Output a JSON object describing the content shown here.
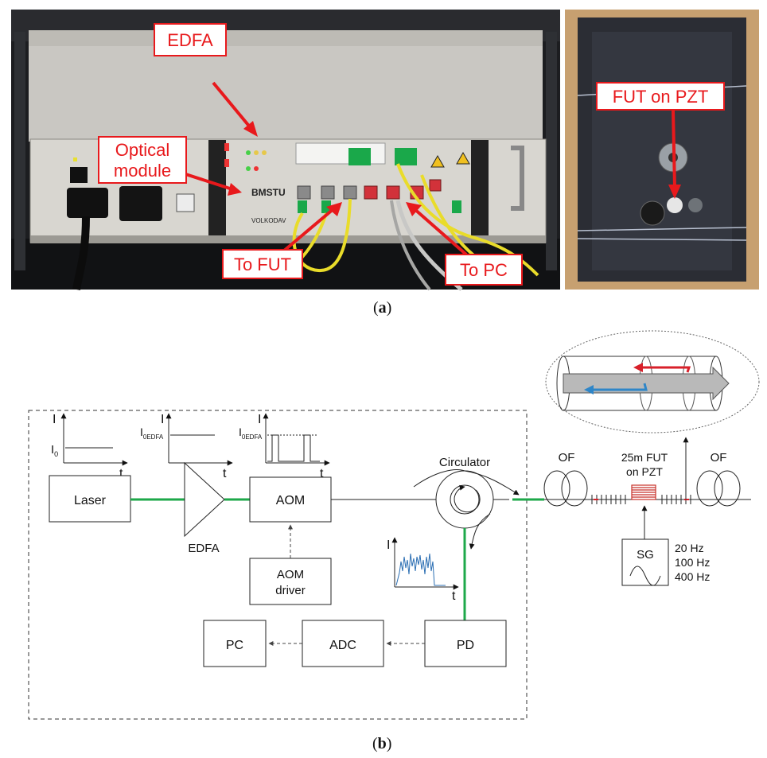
{
  "panel_a": {
    "caption_open": "(",
    "caption_letter": "a",
    "caption_close": ")",
    "labels": {
      "edfa": "EDFA",
      "optical_module_l1": "Optical",
      "optical_module_l2": "module",
      "to_fut": "To FUT",
      "to_pc": "To PC",
      "fut_on_pzt": "FUT on PZT",
      "bmstu": "BMSTU",
      "volkodav": "VOLKODAV"
    },
    "colors": {
      "callout": "#e8191c",
      "rack": "#1c1d20",
      "chassis": "#d8d6d0",
      "fiber": "#e9dc2a",
      "connector": "#1aa84a"
    }
  },
  "panel_b": {
    "caption_open": "(",
    "caption_letter": "b",
    "caption_close": ")",
    "blocks": {
      "laser": "Laser",
      "edfa": "EDFA",
      "aom": "AOM",
      "aom_driver_l1": "AOM",
      "aom_driver_l2": "driver",
      "pc": "PC",
      "adc": "ADC",
      "pd": "PD",
      "circulator": "Circulator",
      "sg": "SG"
    },
    "plots": {
      "laser": {
        "y": "I",
        "level": "I",
        "level_sub": "0",
        "x": "t"
      },
      "edfa": {
        "y": "I",
        "level": "I",
        "level_sub": "0EDFA",
        "x": "t"
      },
      "aom": {
        "y": "I",
        "level": "I",
        "level_sub": "0EDFA",
        "x": "t"
      },
      "pd": {
        "y": "I",
        "x": "t"
      }
    },
    "fiber": {
      "of_left": "OF",
      "of_right": "OF",
      "fut_l1": "25m FUT",
      "fut_l2": "on PZT"
    },
    "sg_freqs": [
      "20 Hz",
      "100 Hz",
      "400 Hz"
    ],
    "colors": {
      "fiber_green": "#1ea84a",
      "backscatter_red": "#d8202a",
      "forward_blue": "#2f86c8",
      "coil": "#c8322a",
      "pd_trace": "#2c6fb3"
    }
  }
}
